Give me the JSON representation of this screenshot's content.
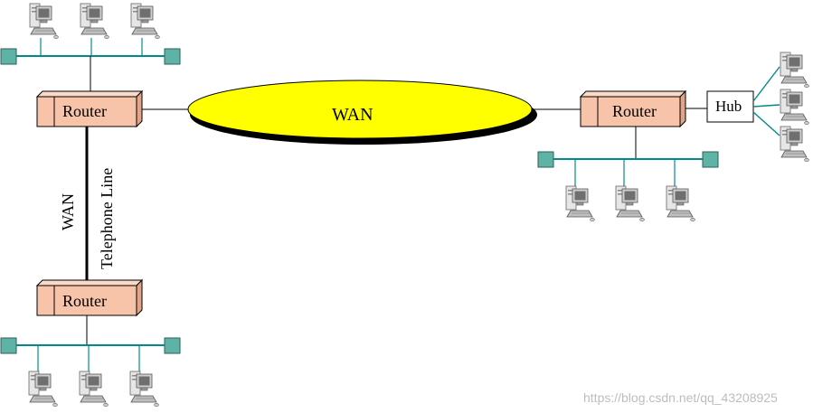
{
  "diagram": {
    "routers": {
      "top_left": "Router",
      "bottom_left": "Router",
      "right": "Router"
    },
    "hub": "Hub",
    "wan_cloud": "WAN",
    "link_labels": {
      "wan": "WAN",
      "telephone_line": "Telephone Line"
    },
    "watermark": "https://blog.csdn.net/qq_43208925",
    "colors": {
      "router_fill": "#f7c4aa",
      "router_top": "#fbd9c7",
      "router_side": "#e2a58a",
      "wan_fill": "#ffff00",
      "lan_line": "#008b8b",
      "terminator": "#5fb3a6",
      "computer_light": "#d9d9d9",
      "computer_dark": "#8a8a8a"
    }
  }
}
